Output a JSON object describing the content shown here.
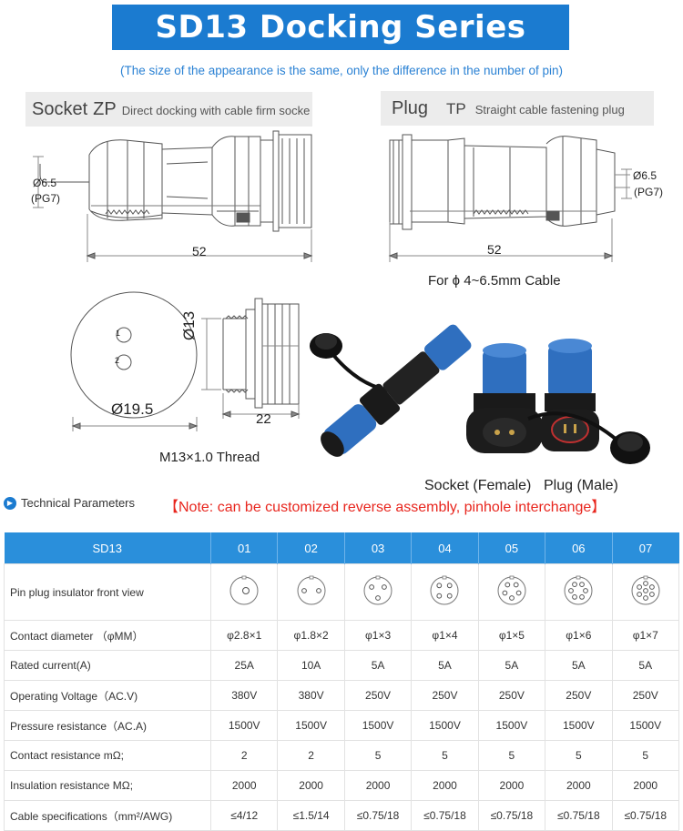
{
  "header": {
    "title": "SD13 Docking Series",
    "subtitle": "(The size of the appearance is the same, only the difference in the number of pin)"
  },
  "socket": {
    "name": "Socket",
    "code": "ZP",
    "description": "Direct docking with cable firm socke",
    "dim_diameter": "Ø6.5",
    "dim_pg": "(PG7)",
    "length": "52"
  },
  "plug": {
    "name": "Plug",
    "code": "TP",
    "description": "Straight cable fastening plug",
    "dim_diameter": "Ø6.5",
    "dim_pg": "(PG7)",
    "length": "52",
    "cable_note": "For ϕ 4~6.5mm Cable"
  },
  "front_view": {
    "outer_diameter": "Ø19.5",
    "pin1": "1",
    "pin2": "2",
    "thread_diameter": "Ø13",
    "depth": "22",
    "thread_note": "M13×1.0 Thread"
  },
  "photo_labels": {
    "socket": "Socket (Female)",
    "plug": "Plug (Male)"
  },
  "params": {
    "heading": "Technical Parameters",
    "note": "【Note: can be customized reverse assembly, pinhole interchange】"
  },
  "table": {
    "model": "SD13",
    "columns": [
      "01",
      "02",
      "03",
      "04",
      "05",
      "06",
      "07"
    ],
    "pin_row_label": "Pin plug insulator front view",
    "pin_counts": [
      1,
      2,
      3,
      4,
      5,
      6,
      7
    ],
    "rows": [
      {
        "label": "Contact diameter （φMM）",
        "values": [
          "φ2.8×1",
          "φ1.8×2",
          "φ1×3",
          "φ1×4",
          "φ1×5",
          "φ1×6",
          "φ1×7"
        ]
      },
      {
        "label": "Rated current(A)",
        "values": [
          "25A",
          "10A",
          "5A",
          "5A",
          "5A",
          "5A",
          "5A"
        ]
      },
      {
        "label": "Operating Voltage（AC.V)",
        "values": [
          "380V",
          "380V",
          "250V",
          "250V",
          "250V",
          "250V",
          "250V"
        ]
      },
      {
        "label": "Pressure resistance（AC.A)",
        "values": [
          "1500V",
          "1500V",
          "1500V",
          "1500V",
          "1500V",
          "1500V",
          "1500V"
        ]
      },
      {
        "label": "Contact resistance mΩ;",
        "values": [
          "2",
          "2",
          "5",
          "5",
          "5",
          "5",
          "5"
        ]
      },
      {
        "label": "Insulation resistance MΩ;",
        "values": [
          "2000",
          "2000",
          "2000",
          "2000",
          "2000",
          "2000",
          "2000"
        ]
      },
      {
        "label": "Cable specifications（mm²/AWG)",
        "values": [
          "≤4/12",
          "≤1.5/14",
          "≤0.75/18",
          "≤0.75/18",
          "≤0.75/18",
          "≤0.75/18",
          "≤0.75/18"
        ]
      }
    ]
  },
  "colors": {
    "brand_blue": "#1b7bd0",
    "table_header": "#2a8fdb",
    "note_red": "#e8261e",
    "connector_blue": "#2f6fbf"
  }
}
